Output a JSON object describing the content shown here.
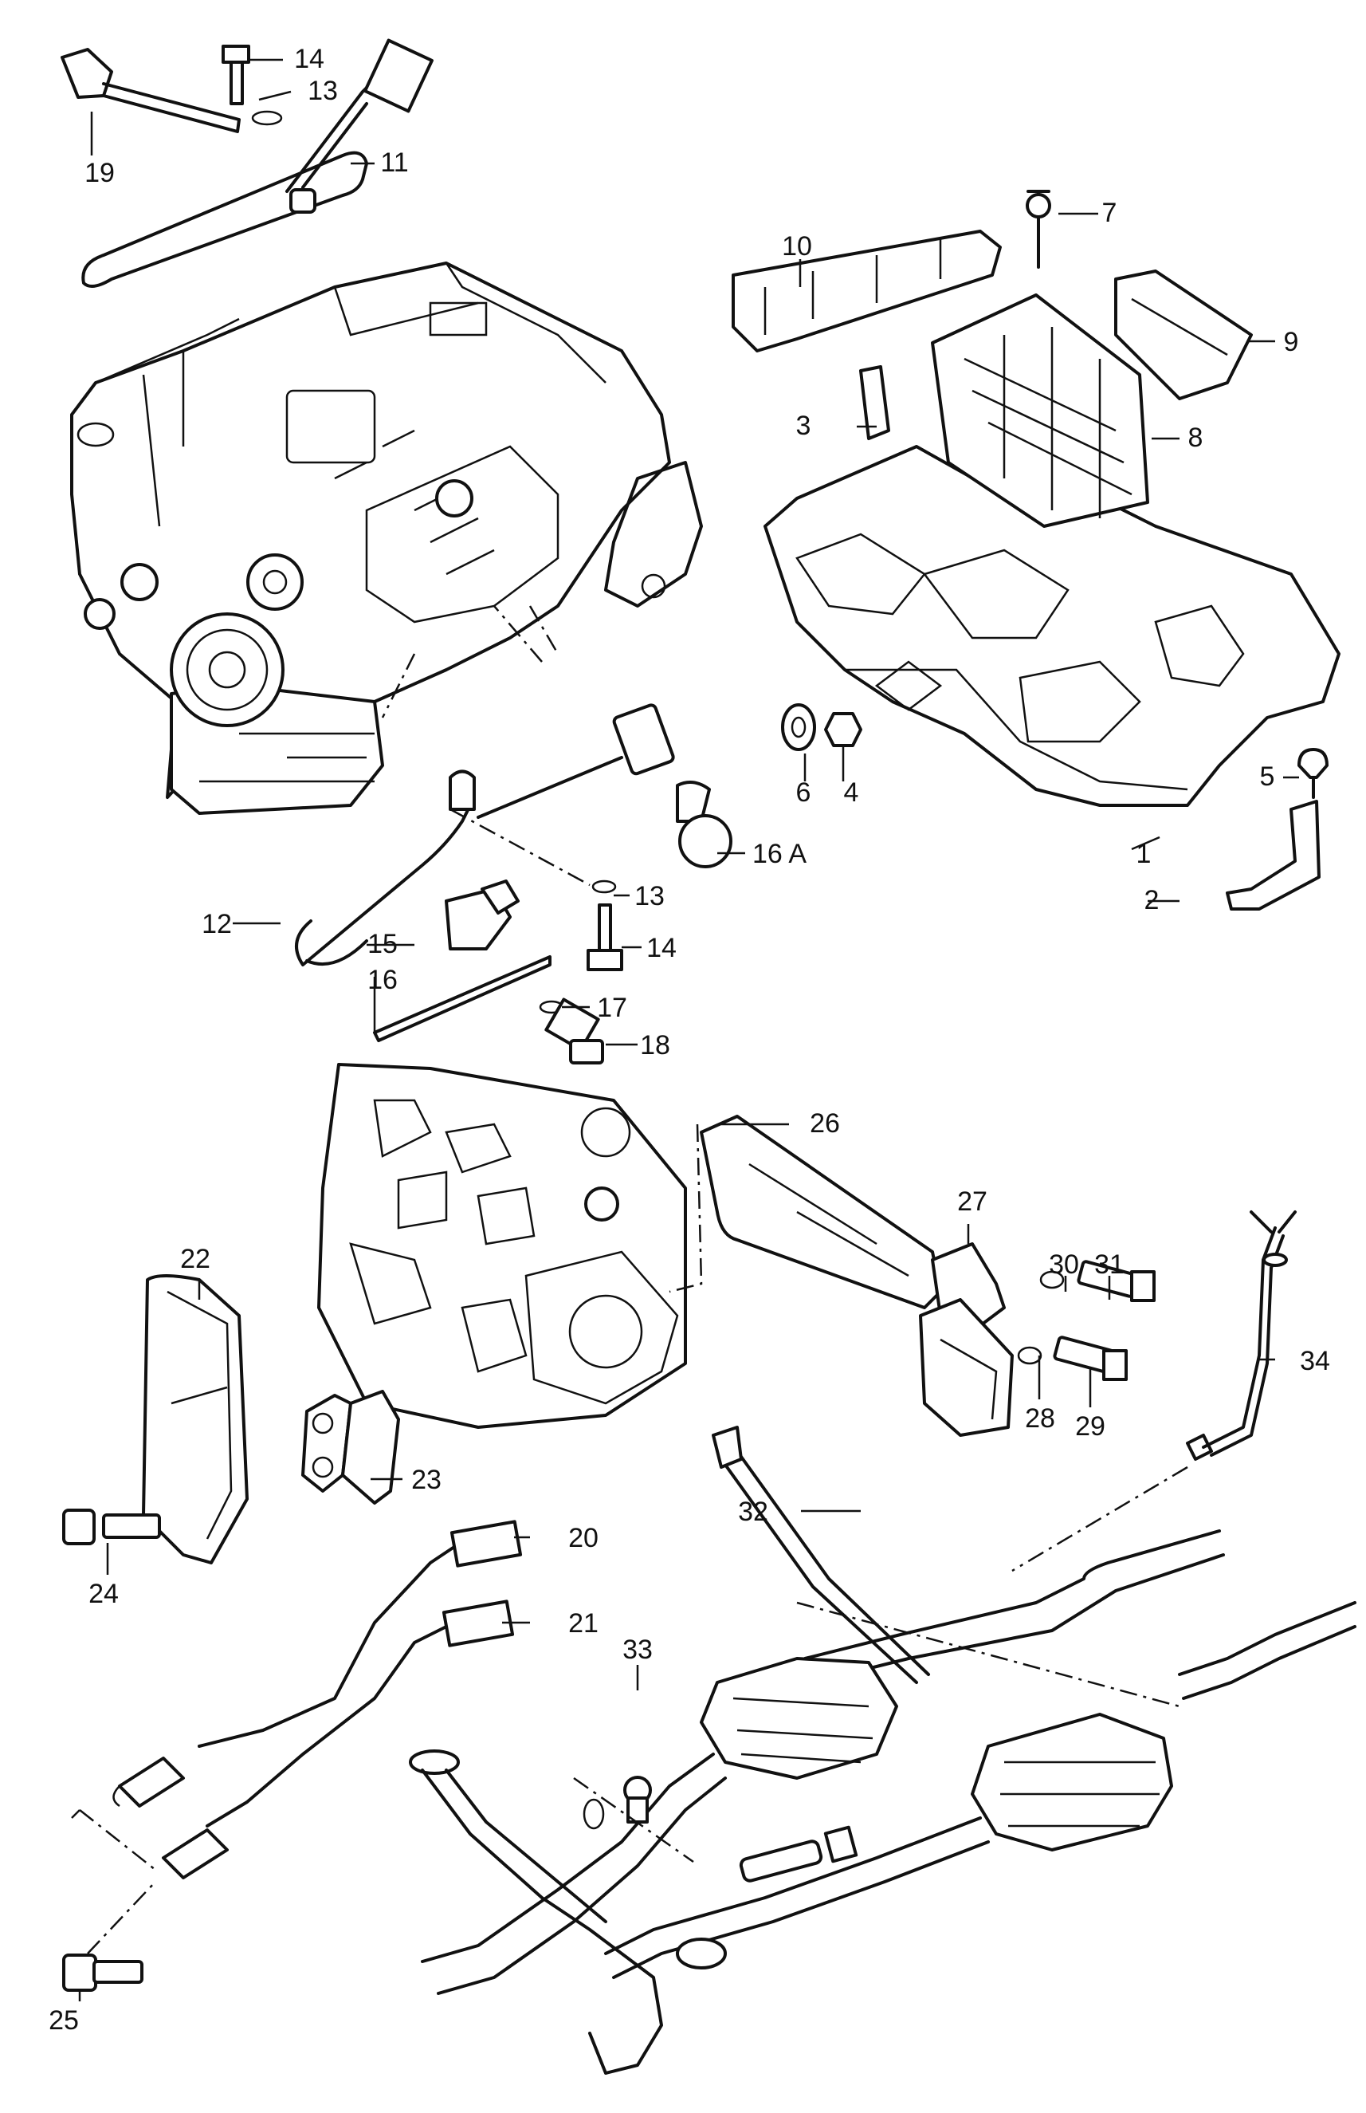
{
  "callouts": [
    {
      "id": "c1",
      "label": "1"
    },
    {
      "id": "c2",
      "label": "2"
    },
    {
      "id": "c3",
      "label": "3"
    },
    {
      "id": "c4",
      "label": "4"
    },
    {
      "id": "c5",
      "label": "5"
    },
    {
      "id": "c6",
      "label": "6"
    },
    {
      "id": "c7",
      "label": "7"
    },
    {
      "id": "c8",
      "label": "8"
    },
    {
      "id": "c9",
      "label": "9"
    },
    {
      "id": "c10",
      "label": "10"
    },
    {
      "id": "c11",
      "label": "11"
    },
    {
      "id": "c12",
      "label": "12"
    },
    {
      "id": "c13a",
      "label": "13"
    },
    {
      "id": "c13b",
      "label": "13"
    },
    {
      "id": "c14a",
      "label": "14"
    },
    {
      "id": "c14b",
      "label": "14"
    },
    {
      "id": "c15",
      "label": "15"
    },
    {
      "id": "c16",
      "label": "16"
    },
    {
      "id": "c16A",
      "label": "16 A"
    },
    {
      "id": "c17",
      "label": "17"
    },
    {
      "id": "c18",
      "label": "18"
    },
    {
      "id": "c19",
      "label": "19"
    },
    {
      "id": "c20",
      "label": "20"
    },
    {
      "id": "c21",
      "label": "21"
    },
    {
      "id": "c22",
      "label": "22"
    },
    {
      "id": "c23",
      "label": "23"
    },
    {
      "id": "c24",
      "label": "24"
    },
    {
      "id": "c25",
      "label": "25"
    },
    {
      "id": "c26",
      "label": "26"
    },
    {
      "id": "c27",
      "label": "27"
    },
    {
      "id": "c28",
      "label": "28"
    },
    {
      "id": "c29",
      "label": "29"
    },
    {
      "id": "c30",
      "label": "30"
    },
    {
      "id": "c31",
      "label": "31"
    },
    {
      "id": "c32",
      "label": "32"
    },
    {
      "id": "c33",
      "label": "33"
    },
    {
      "id": "c34",
      "label": "34"
    }
  ]
}
